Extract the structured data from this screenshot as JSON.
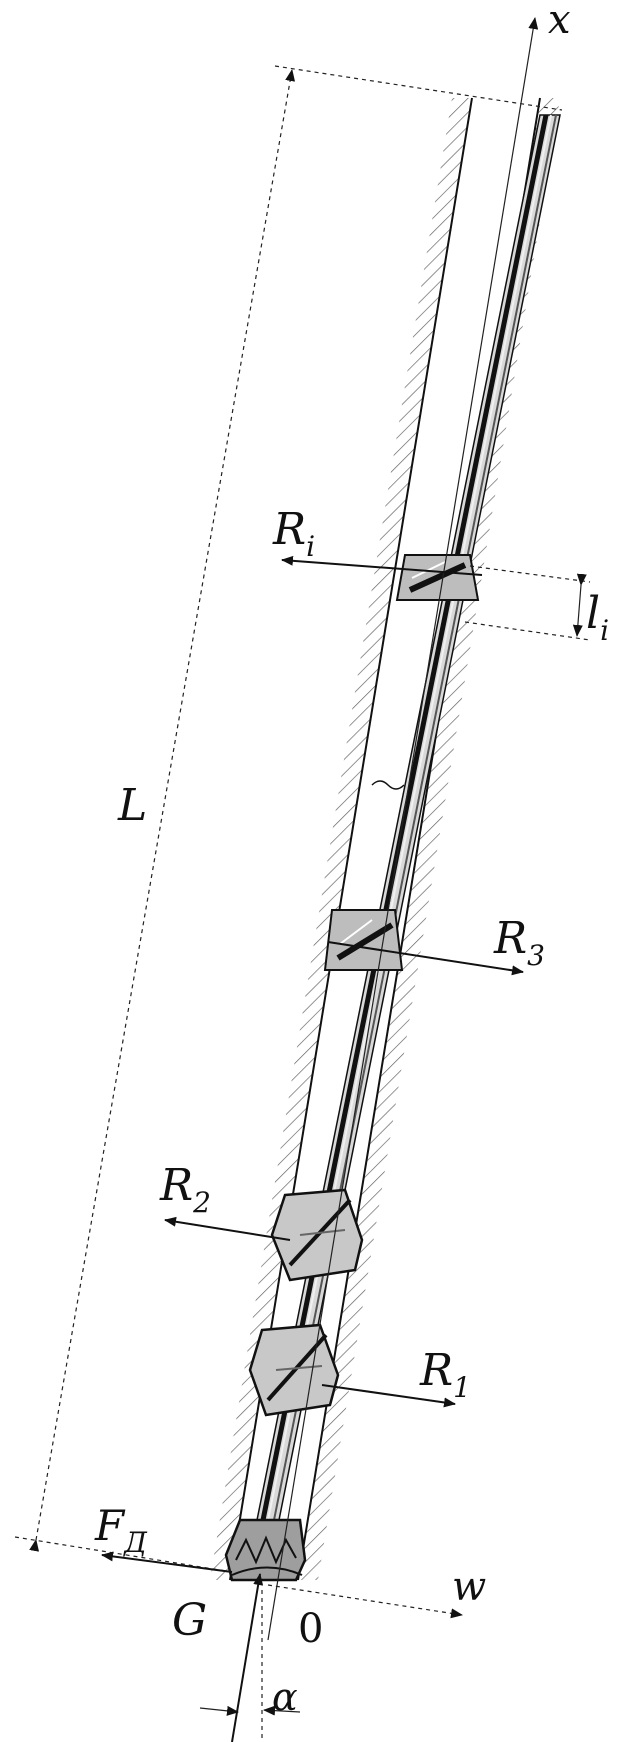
{
  "labels": {
    "x_axis": "x",
    "length": "L",
    "r_i": {
      "main": "R",
      "sub": "i"
    },
    "l_i": {
      "main": "l",
      "sub": "i"
    },
    "r3": {
      "main": "R",
      "sub": "3"
    },
    "r2": {
      "main": "R",
      "sub": "2"
    },
    "r1": {
      "main": "R",
      "sub": "1"
    },
    "f_d": {
      "main": "F",
      "sub": "Д"
    },
    "w_axis": "w",
    "gravity": "G",
    "origin": "0",
    "angle": "α"
  }
}
